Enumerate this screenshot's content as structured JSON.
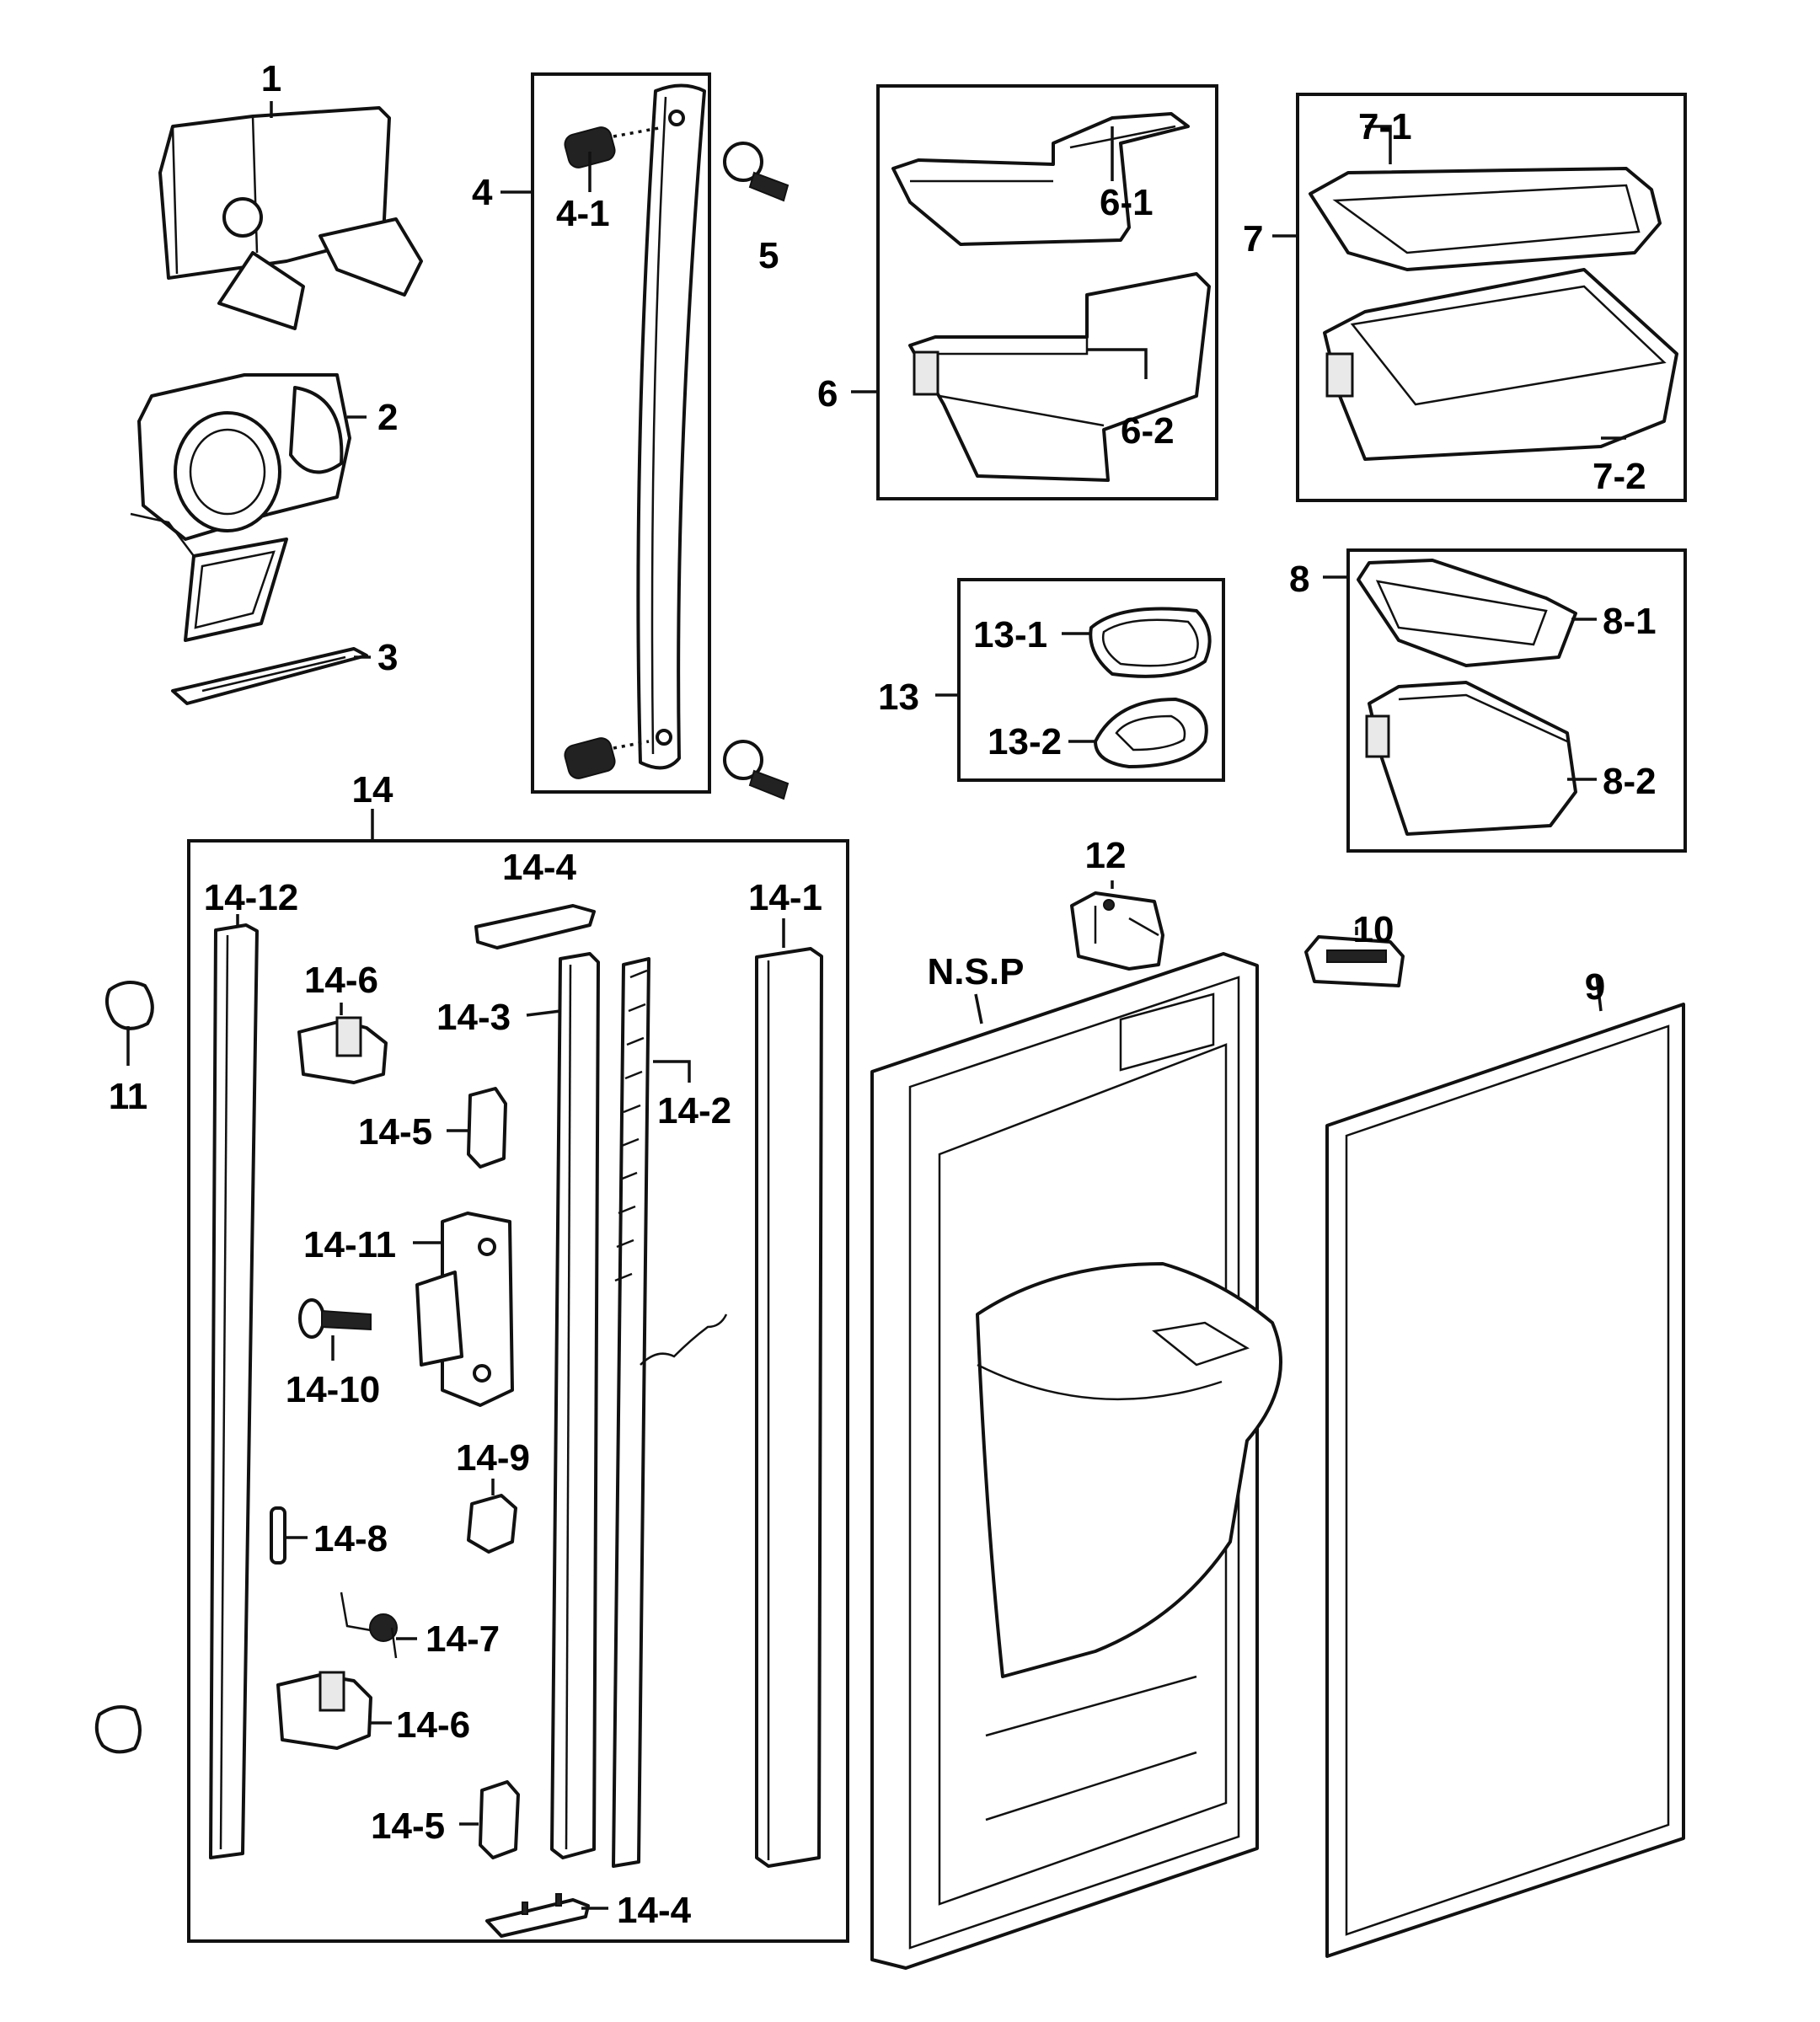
{
  "labels": {
    "p1": "1",
    "p2": "2",
    "p3": "3",
    "p4": "4",
    "p4_1": "4-1",
    "p5": "5",
    "p6": "6",
    "p6_1": "6-1",
    "p6_2": "6-2",
    "p7": "7",
    "p7_1": "7-1",
    "p7_2": "7-2",
    "p8": "8",
    "p8_1": "8-1",
    "p8_2": "8-2",
    "p9": "9",
    "p10": "10",
    "p11": "11",
    "p12": "12",
    "p13": "13",
    "p13_1": "13-1",
    "p13_2": "13-2",
    "p14": "14",
    "p14_1": "14-1",
    "p14_2": "14-2",
    "p14_3": "14-3",
    "p14_4_top": "14-4",
    "p14_4_bottom": "14-4",
    "p14_5_top": "14-5",
    "p14_5_bottom": "14-5",
    "p14_6_top": "14-6",
    "p14_6_bottom": "14-6",
    "p14_7": "14-7",
    "p14_8": "14-8",
    "p14_9": "14-9",
    "p14_10": "14-10",
    "p14_11": "14-11",
    "p14_12": "14-12",
    "nsp": "N.S.P"
  },
  "colors": {
    "line": "#111111",
    "background": "#ffffff"
  }
}
